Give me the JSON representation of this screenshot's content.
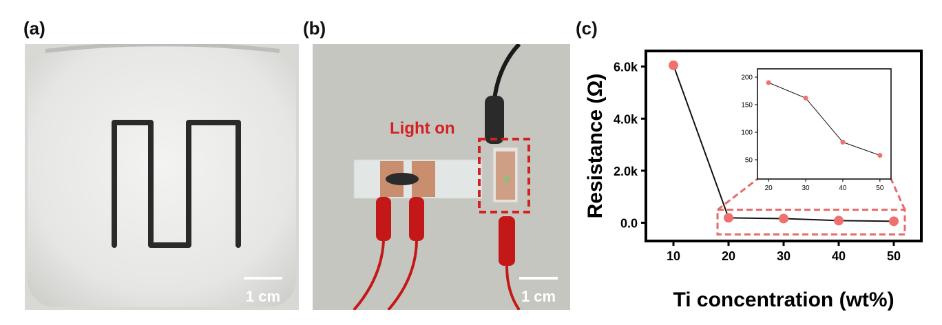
{
  "panels": {
    "a": {
      "label": "(a)",
      "scale_bar": "1 cm"
    },
    "b": {
      "label": "(b)",
      "scale_bar": "1 cm",
      "annotation": "Light on"
    },
    "c": {
      "label": "(c)"
    }
  },
  "colors": {
    "marker": "#f07070",
    "line": "#111111",
    "zoom_box": "#e86a6a",
    "annotation": "#d42020"
  },
  "chart_data": {
    "type": "scatter",
    "main": {
      "xlabel": "Ti concentration (wt%)",
      "ylabel": "Resistance (Ω)",
      "x": [
        10,
        20,
        30,
        40,
        50
      ],
      "y": [
        6050,
        190,
        160,
        82,
        58
      ],
      "xlim": [
        5,
        55
      ],
      "ylim": [
        -700,
        6600
      ],
      "xticks": [
        10,
        20,
        30,
        40,
        50
      ],
      "yticks": [
        0,
        2000,
        4000,
        6000
      ],
      "ytick_labels": [
        "0.0",
        "2.0k",
        "4.0k",
        "6.0k"
      ],
      "connected": true,
      "grid": false
    },
    "inset": {
      "x": [
        20,
        30,
        40,
        50
      ],
      "y": [
        190,
        162,
        82,
        58
      ],
      "xlim": [
        17,
        53
      ],
      "ylim": [
        15,
        215
      ],
      "xticks": [
        20,
        30,
        40,
        50
      ],
      "yticks": [
        50,
        100,
        150,
        200
      ],
      "connected": true
    },
    "zoom_region": {
      "xlim": [
        18,
        52
      ],
      "ylim": [
        -450,
        500
      ]
    }
  }
}
